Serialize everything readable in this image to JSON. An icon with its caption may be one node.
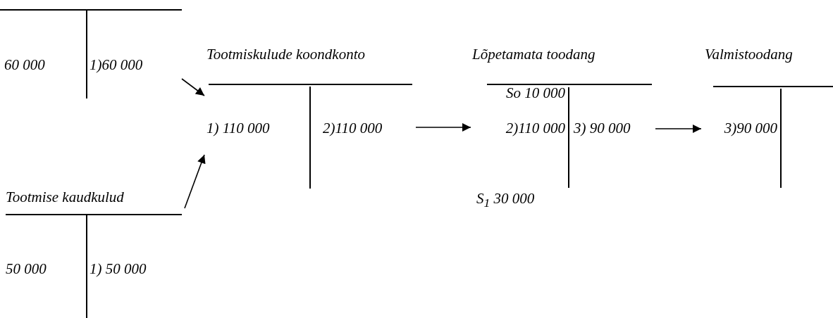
{
  "diagram": {
    "nodes": [
      {
        "text": [
          "60 000",
          "1)60 000"
        ]
      },
      {
        "text": [
          "Tootmiskulude koondkonto",
          "1) 110 000",
          "2)110 000"
        ]
      },
      {
        "text": [
          "Tootmise kaudkulud",
          "50 000",
          "1) 50 000"
        ]
      },
      {
        "text": [
          "Lõpetamata toodang",
          "So 10 000",
          "2)110 000",
          "3) 90 000",
          "S$_{1}$ 30 000"
        ]
      },
      {
        "text": [
          "Valmistoodang",
          "3)90 000"
        ]
      }
    ],
    "edges": [
      {
        "from": 0,
        "to": 1,
        "arrow": "to"
      },
      {
        "from": 2,
        "to": 1,
        "arrow": "to"
      },
      {
        "from": 1,
        "to": 3,
        "arrow": "to"
      },
      {
        "from": 3,
        "to": 4,
        "arrow": "to"
      }
    ]
  }
}
